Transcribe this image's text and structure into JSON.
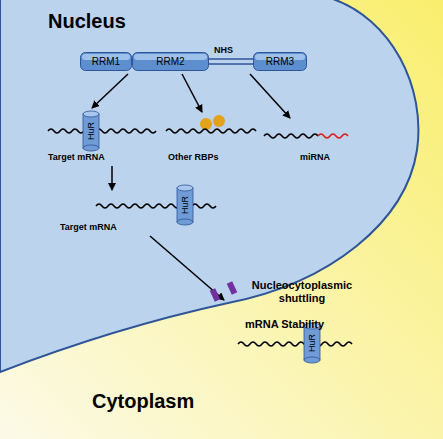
{
  "diagram": {
    "nodes": [
      {
        "text": [
          "Nucleus"
        ]
      },
      {
        "text": [
          "RRM1"
        ],
        "in": 0
      },
      {
        "text": [
          "RRM2"
        ],
        "in": 0
      },
      {
        "text": [
          "RRM3"
        ],
        "in": 0
      },
      {
        "text": [
          "HuR"
        ],
        "in": 0
      },
      {
        "text": [
          "HuR"
        ],
        "in": 0
      },
      {
        "text": [
          "HuR"
        ]
      }
    ],
    "labels": [
      "NHS",
      "Target mRNA",
      "Other RBPs",
      "miRNA",
      "Target mRNA",
      "Nucleocytoplasmic shuttling",
      "mRNA Stability",
      "Cytoplasm"
    ]
  }
}
